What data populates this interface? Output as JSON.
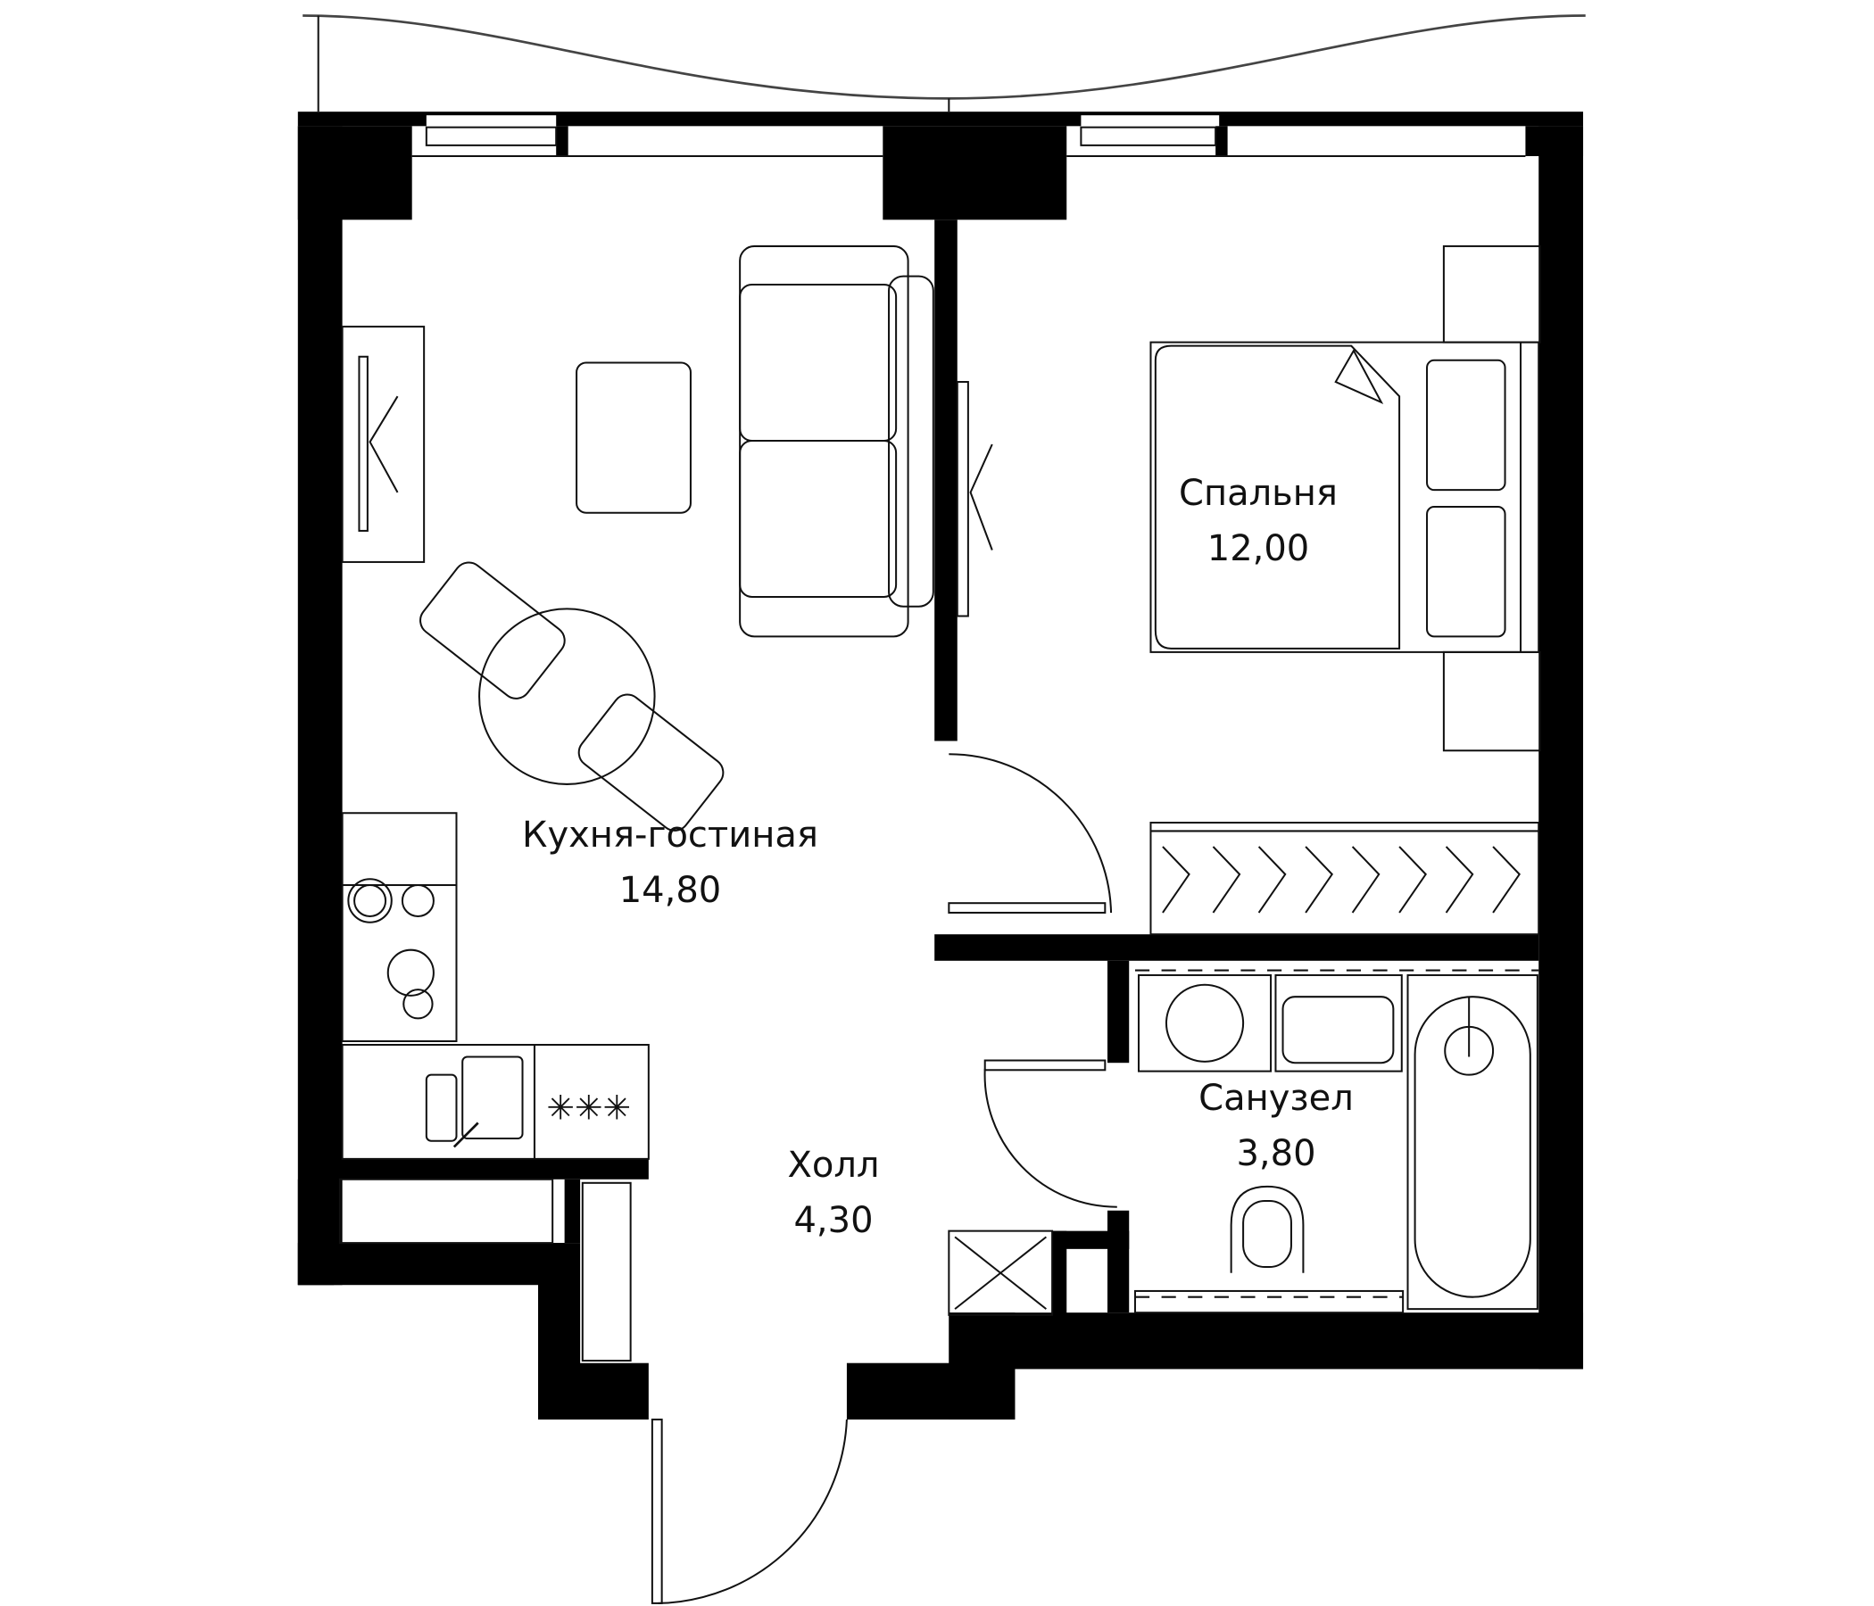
{
  "plan": {
    "type": "apartment-floor-plan",
    "wall_color": "#000000",
    "line_color": "#111111",
    "background": "#ffffff"
  },
  "rooms": [
    {
      "id": "kitchen-living",
      "name": "Кухня-гостиная",
      "area": "14,80"
    },
    {
      "id": "bedroom",
      "name": "Спальня",
      "area": "12,00"
    },
    {
      "id": "bathroom",
      "name": "Санузел",
      "area": "3,80"
    },
    {
      "id": "hall",
      "name": "Холл",
      "area": "4,30"
    }
  ],
  "fixtures": {
    "kitchen-living": [
      "tv-unit",
      "coffee-table",
      "sofa",
      "round-dining-table",
      "chairs",
      "stove",
      "dishwasher",
      "sink",
      "hob"
    ],
    "bedroom": [
      "tv-unit",
      "double-bed",
      "pillows",
      "wardrobe"
    ],
    "bathroom": [
      "washing-machine",
      "washbasin",
      "bathtub",
      "toilet"
    ],
    "hall": [
      "shoe-cabinet",
      "shaft",
      "entrance-door"
    ]
  }
}
